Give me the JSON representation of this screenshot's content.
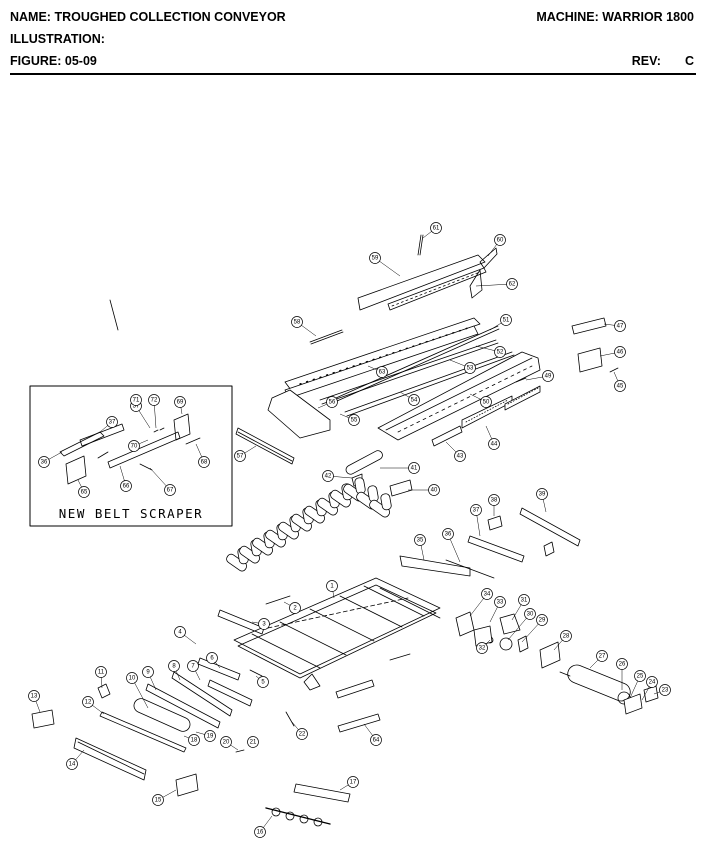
{
  "header": {
    "name_label": "NAME:",
    "name_value": "TROUGHED COLLECTION CONVEYOR",
    "illustration_label": "ILLUSTRATION:",
    "figure_label": "FIGURE:",
    "figure_value": "05-09",
    "machine_label": "MACHINE:",
    "machine_value": "WARRIOR 1800",
    "rev_label": "REV:",
    "rev_value": "C"
  },
  "inset": {
    "title": "NEW BELT SCRAPER"
  },
  "callouts": [
    "1",
    "2",
    "3",
    "4",
    "5",
    "6",
    "7",
    "8",
    "9",
    "10",
    "11",
    "12",
    "13",
    "14",
    "15",
    "16",
    "17",
    "18",
    "19",
    "20",
    "21",
    "22",
    "23",
    "24",
    "25",
    "26",
    "27",
    "28",
    "29",
    "30",
    "31",
    "32",
    "33",
    "34",
    "35",
    "36",
    "36",
    "37",
    "37",
    "37",
    "38",
    "39",
    "40",
    "41",
    "42",
    "43",
    "44",
    "45",
    "46",
    "47",
    "49",
    "50",
    "51",
    "52",
    "53",
    "54",
    "55",
    "56",
    "57",
    "58",
    "59",
    "60",
    "61",
    "62",
    "63",
    "64",
    "65",
    "66",
    "67",
    "68",
    "69",
    "70",
    "71",
    "72"
  ],
  "colors": {
    "line": "#000000",
    "background": "#ffffff"
  }
}
